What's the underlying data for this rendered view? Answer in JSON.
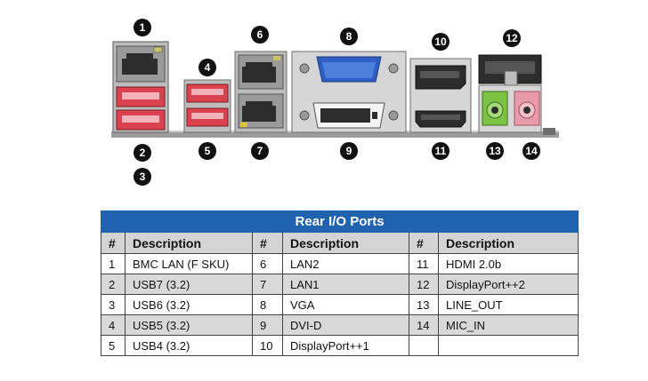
{
  "callouts": [
    "1",
    "2",
    "3",
    "4",
    "5",
    "6",
    "7",
    "8",
    "9",
    "10",
    "11",
    "12",
    "13",
    "14"
  ],
  "colors": {
    "callout": "#111111",
    "usb_red": "#d9424e",
    "board": "#9c9c9c",
    "table_title_bg": "#1f63ae",
    "table_header_bg": "#d4d4d4",
    "row_shade": "#d9d9d9",
    "vga_blue": "#2f5fc4",
    "audio_green": "#7cc243",
    "audio_pink": "#e89aa8"
  },
  "icons": [
    "rj45-port-icon",
    "usb-port-icon",
    "vga-port-icon",
    "dvi-port-icon",
    "displayport-icon",
    "hdmi-port-icon",
    "audio-jack-icon"
  ],
  "table": {
    "title": "Rear I/O Ports",
    "headers": [
      "#",
      "Description",
      "#",
      "Description",
      "#",
      "Description"
    ],
    "rows": [
      [
        "1",
        "BMC LAN (F SKU)",
        "6",
        "LAN2",
        "11",
        "HDMI 2.0b"
      ],
      [
        "2",
        "USB7 (3.2)",
        "7",
        "LAN1",
        "12",
        "DisplayPort++2"
      ],
      [
        "3",
        "USB6 (3.2)",
        "8",
        "VGA",
        "13",
        "LINE_OUT"
      ],
      [
        "4",
        "USB5 (3.2)",
        "9",
        "DVI-D",
        "14",
        "MIC_IN"
      ],
      [
        "5",
        "USB4 (3.2)",
        "10",
        "DisplayPort++1",
        "",
        ""
      ]
    ]
  }
}
